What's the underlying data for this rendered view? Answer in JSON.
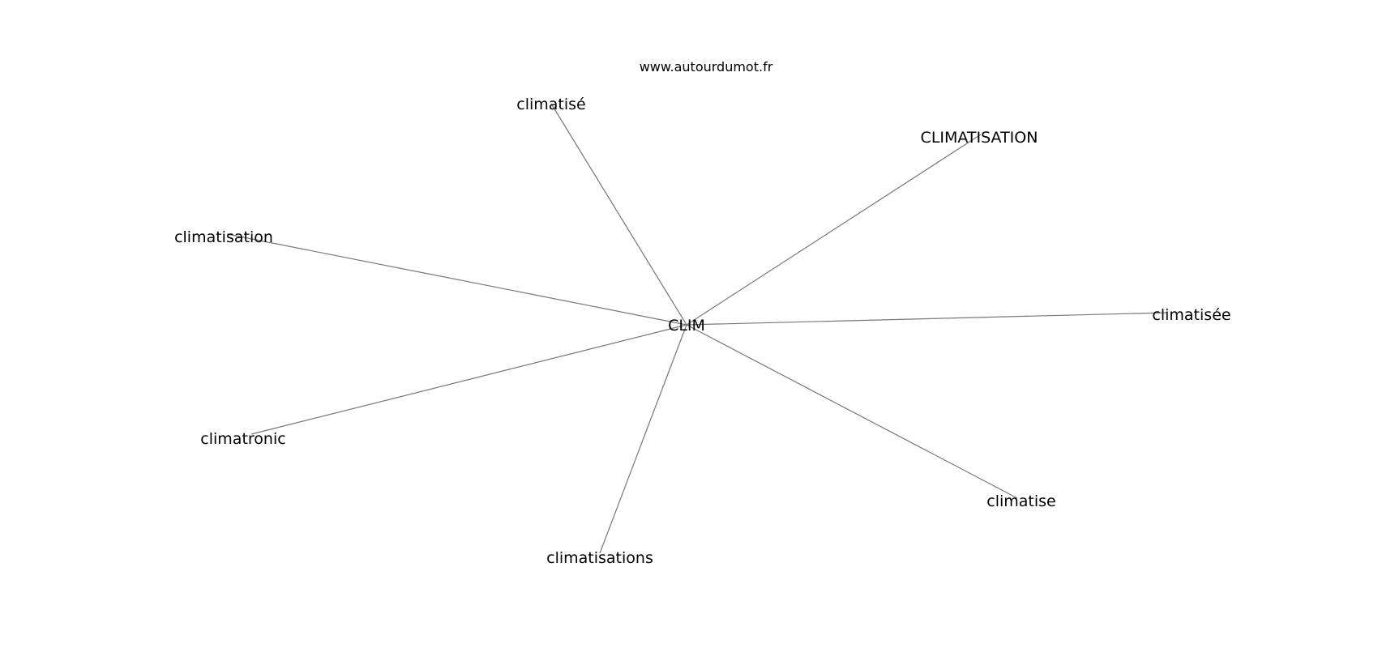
{
  "source": "www.autourdumot.fr",
  "graph": {
    "center": "CLIM",
    "neighbors": [
      "climatisé",
      "CLIMATISATION",
      "climatisation",
      "climatisée",
      "climatronic",
      "climatise",
      "climatisations"
    ]
  },
  "colors": {
    "edge": "#777777",
    "text": "#000000",
    "background": "#ffffff"
  }
}
